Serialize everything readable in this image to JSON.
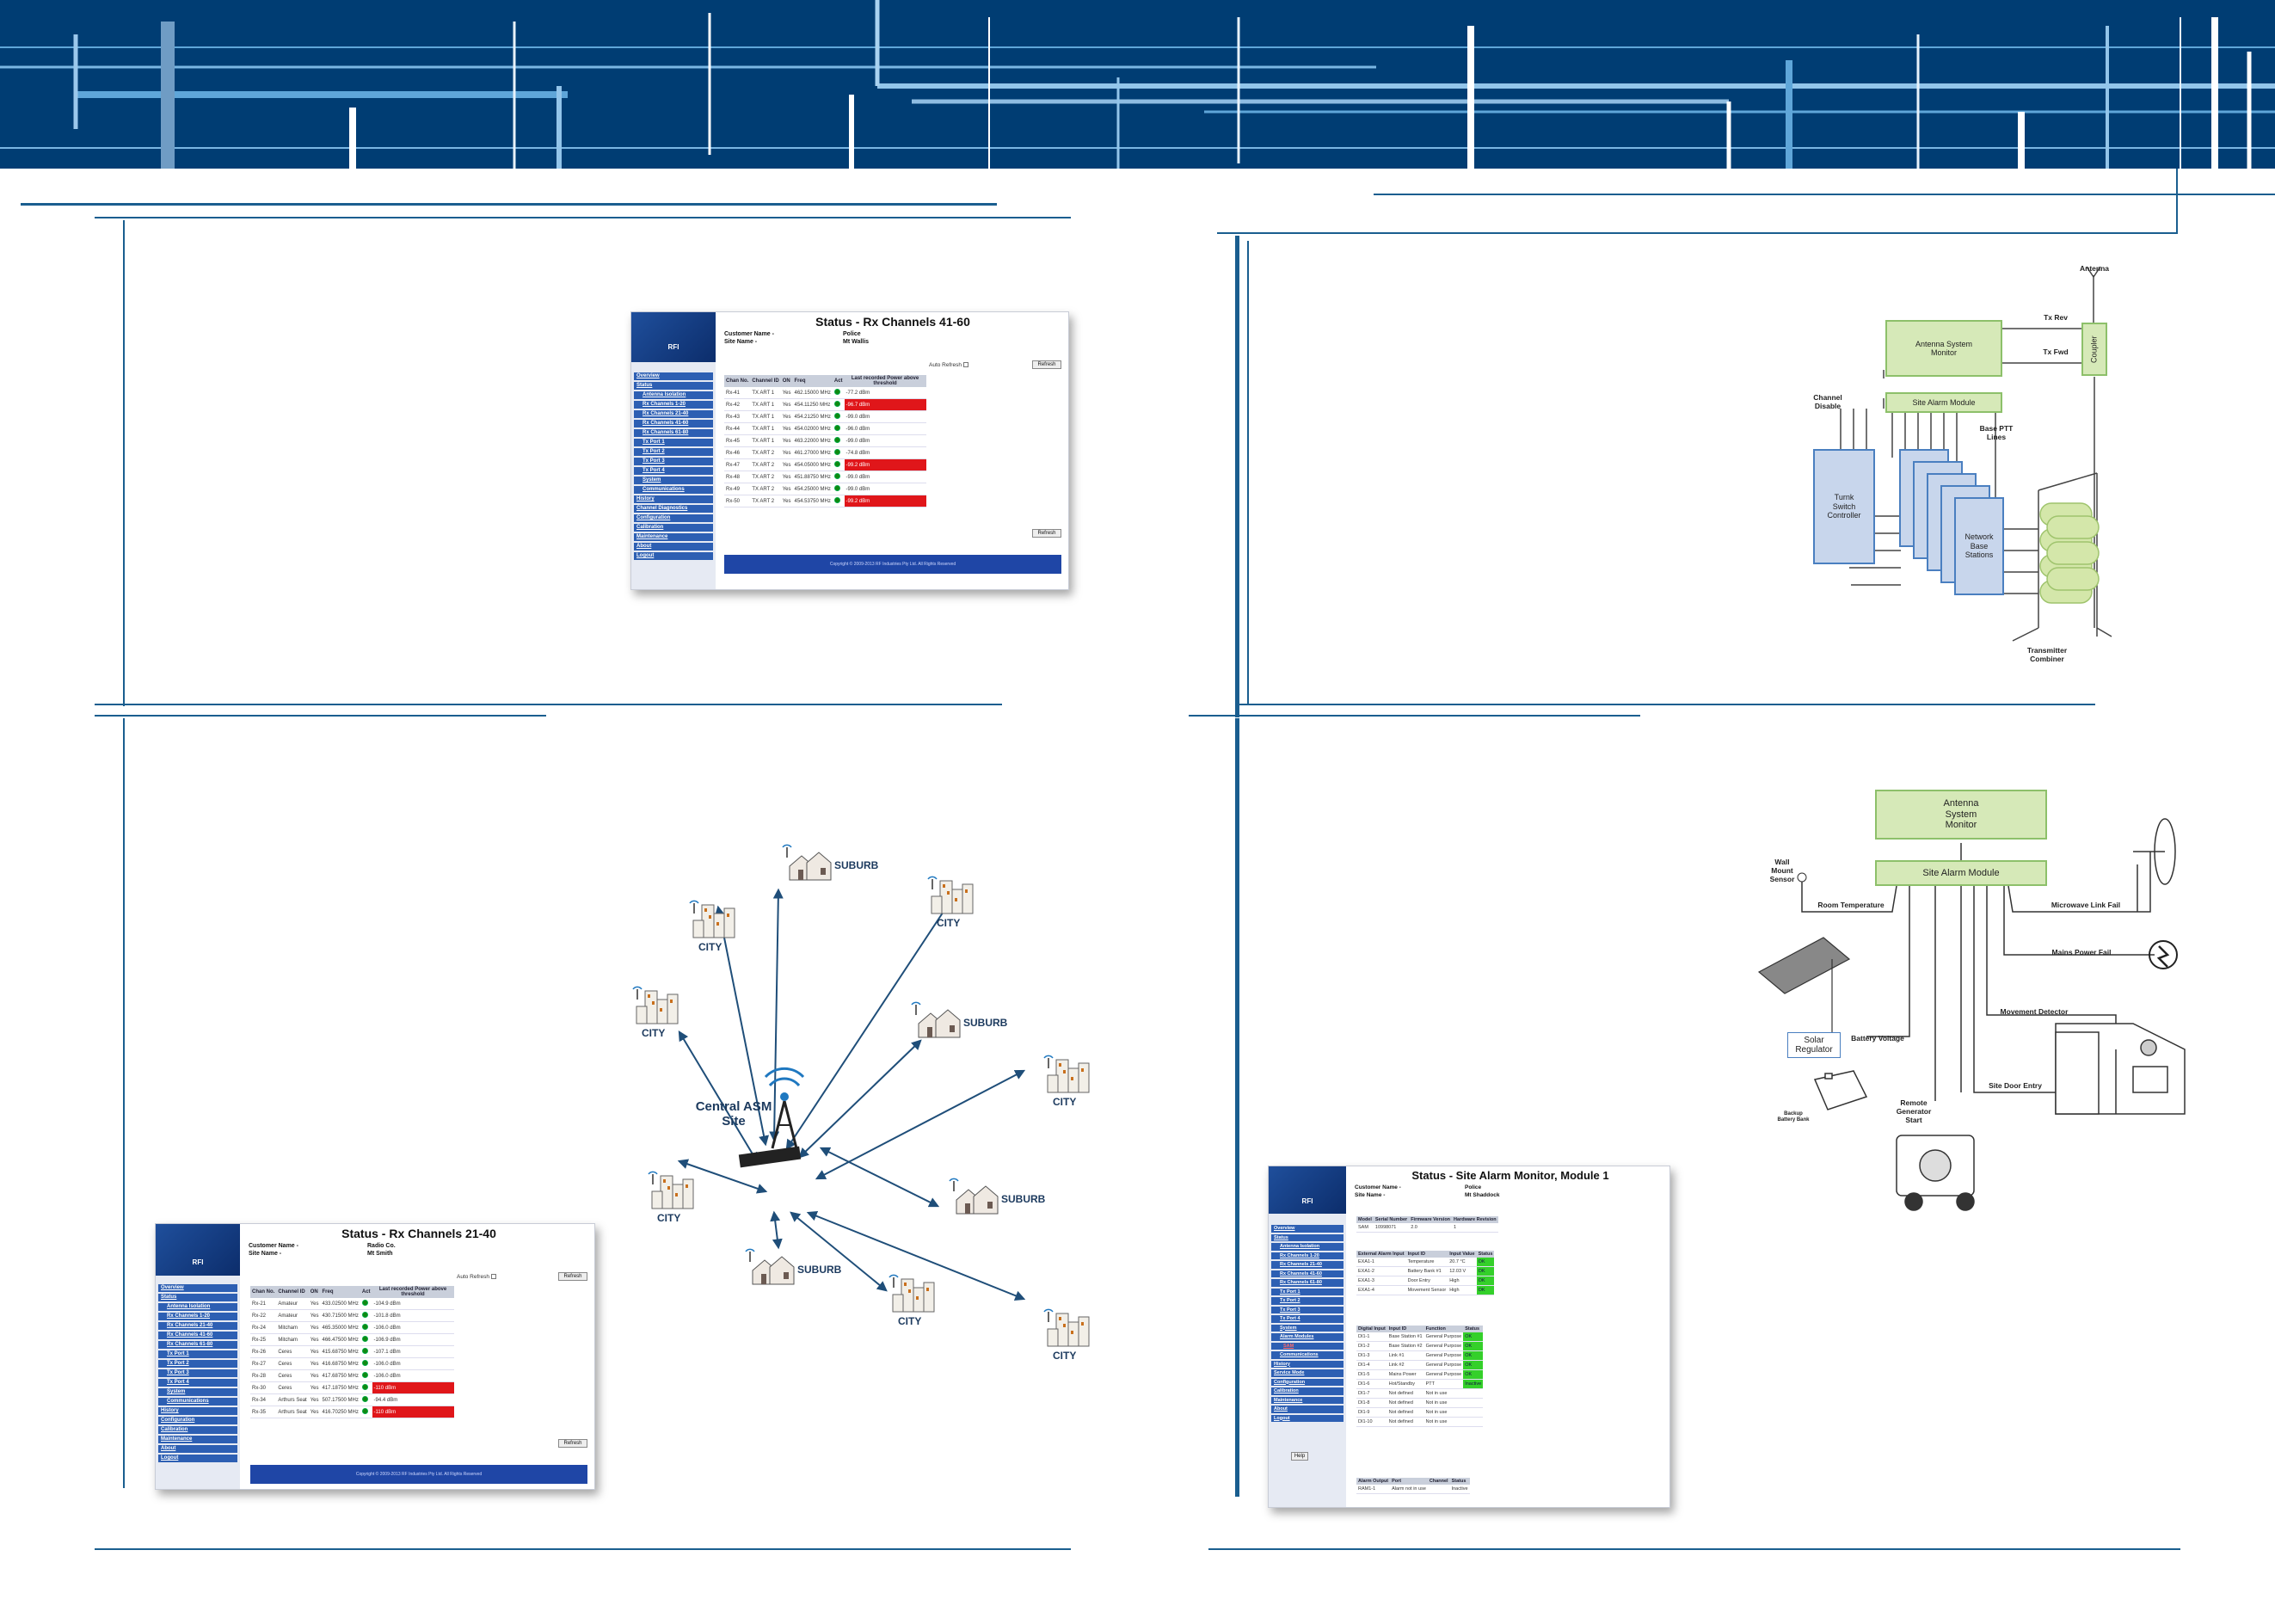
{
  "colors": {
    "header_dark": "#003d73",
    "header_light": "#5fa6d9",
    "rule": "#1a5e8f",
    "nav": "#2d5fb3",
    "alarm_red": "#e0161a",
    "ok_green": "#34d02a"
  },
  "ui1": {
    "logo": "RFI",
    "title": "Status - Rx Channels 41-60",
    "customer_label": "Customer Name -",
    "customer": "Police",
    "site_label": "Site Name -",
    "site": "Mt Wallis",
    "auto_refresh": "Auto Refresh",
    "refresh": "Refresh",
    "nav": [
      {
        "t": "Overview",
        "c": ""
      },
      {
        "t": "Status",
        "c": ""
      },
      {
        "t": "Antenna Isolation",
        "c": "sub"
      },
      {
        "t": "Rx Channels 1-20",
        "c": "sub"
      },
      {
        "t": "Rx Channels 21-40",
        "c": "sub"
      },
      {
        "t": "Rx Channels 41-60",
        "c": "sub"
      },
      {
        "t": "Rx Channels 61-80",
        "c": "sub"
      },
      {
        "t": "Tx Port 1",
        "c": "sub"
      },
      {
        "t": "Tx Port 2",
        "c": "sub"
      },
      {
        "t": "Tx Port 3",
        "c": "sub"
      },
      {
        "t": "Tx Port 4",
        "c": "sub"
      },
      {
        "t": "System",
        "c": "sub"
      },
      {
        "t": "Communications",
        "c": "sub"
      },
      {
        "t": "History",
        "c": ""
      },
      {
        "t": "Channel Diagnostics",
        "c": ""
      },
      {
        "t": "Configuration",
        "c": ""
      },
      {
        "t": "Calibration",
        "c": ""
      },
      {
        "t": "Maintenance",
        "c": ""
      },
      {
        "t": "About",
        "c": ""
      },
      {
        "t": "Logout",
        "c": ""
      }
    ],
    "headers": [
      "Chan No.",
      "Channel ID",
      "ON",
      "Freq",
      "Act",
      "Last recorded Power above threshold"
    ],
    "rows": [
      [
        "Rx-41",
        "TX ART 1",
        "Yes",
        "462.15000 MHz",
        "-77.2 dBm",
        ""
      ],
      [
        "Rx-42",
        "TX ART 1",
        "Yes",
        "454.11250 MHz",
        "-96.7 dBm",
        "bad"
      ],
      [
        "Rx-43",
        "TX ART 1",
        "Yes",
        "454.21250 MHz",
        "-99.0 dBm",
        ""
      ],
      [
        "Rx-44",
        "TX ART 1",
        "Yes",
        "454.02000 MHz",
        "-96.0 dBm",
        ""
      ],
      [
        "Rx-45",
        "TX ART 1",
        "Yes",
        "463.22000 MHz",
        "-99.0 dBm",
        ""
      ],
      [
        "Rx-46",
        "TX ART 2",
        "Yes",
        "461.27000 MHz",
        "-74.8 dBm",
        ""
      ],
      [
        "Rx-47",
        "TX ART 2",
        "Yes",
        "454.05000 MHz",
        "-99.2 dBm",
        "bad"
      ],
      [
        "Rx-48",
        "TX ART 2",
        "Yes",
        "451.88750 MHz",
        "-99.0 dBm",
        ""
      ],
      [
        "Rx-49",
        "TX ART 2",
        "Yes",
        "454.25000 MHz",
        "-99.0 dBm",
        ""
      ],
      [
        "Rx-50",
        "TX ART 2",
        "Yes",
        "454.53750 MHz",
        "-99.2 dBm",
        "bad"
      ]
    ],
    "footer": "Copyright © 2009-2013 RF Industries Pty Ltd. All Rights Reserved"
  },
  "ui2": {
    "logo": "RFI",
    "title": "Status - Rx Channels 21-40",
    "customer_label": "Customer Name -",
    "customer": "Radio Co.",
    "site_label": "Site Name -",
    "site": "Mt Smith",
    "auto_refresh": "Auto Refresh",
    "refresh": "Refresh",
    "nav": [
      {
        "t": "Overview",
        "c": ""
      },
      {
        "t": "Status",
        "c": ""
      },
      {
        "t": "Antenna Isolation",
        "c": "sub"
      },
      {
        "t": "Rx Channels 1-20",
        "c": "sub"
      },
      {
        "t": "Rx Channels 21-40",
        "c": "sub"
      },
      {
        "t": "Rx Channels 41-60",
        "c": "sub"
      },
      {
        "t": "Rx Channels 61-80",
        "c": "sub"
      },
      {
        "t": "Tx Port 1",
        "c": "sub"
      },
      {
        "t": "Tx Port 2",
        "c": "sub"
      },
      {
        "t": "Tx Port 3",
        "c": "sub"
      },
      {
        "t": "Tx Port 4",
        "c": "sub"
      },
      {
        "t": "System",
        "c": "sub"
      },
      {
        "t": "Communications",
        "c": "sub"
      },
      {
        "t": "History",
        "c": ""
      },
      {
        "t": "Configuration",
        "c": ""
      },
      {
        "t": "Calibration",
        "c": ""
      },
      {
        "t": "Maintenance",
        "c": ""
      },
      {
        "t": "About",
        "c": ""
      },
      {
        "t": "Logout",
        "c": ""
      }
    ],
    "headers": [
      "Chan No.",
      "Channel ID",
      "ON",
      "Freq",
      "Act",
      "Last recorded Power above threshold"
    ],
    "rows": [
      [
        "Rx-21",
        "Amateur",
        "Yes",
        "433.02500 MHz",
        "-104.9 dBm",
        ""
      ],
      [
        "Rx-22",
        "Amateur",
        "Yes",
        "430.71500 MHz",
        "-101.8 dBm",
        ""
      ],
      [
        "Rx-24",
        "Mitcham",
        "Yes",
        "465.35000 MHz",
        "-106.0 dBm",
        ""
      ],
      [
        "Rx-25",
        "Mitcham",
        "Yes",
        "466.47500 MHz",
        "-106.9 dBm",
        ""
      ],
      [
        "Rx-26",
        "Ceres",
        "Yes",
        "415.68750 MHz",
        "-107.1 dBm",
        ""
      ],
      [
        "Rx-27",
        "Ceres",
        "Yes",
        "416.68750 MHz",
        "-106.0 dBm",
        ""
      ],
      [
        "Rx-28",
        "Ceres",
        "Yes",
        "417.68750 MHz",
        "-106.0 dBm",
        ""
      ],
      [
        "Rx-30",
        "Ceres",
        "Yes",
        "417.18750 MHz",
        "-110 dBm",
        "bad"
      ],
      [
        "Rx-34",
        "Arthurs Seat",
        "Yes",
        "507.17500 MHz",
        "-94.4 dBm",
        ""
      ],
      [
        "Rx-35",
        "Arthurs Seat",
        "Yes",
        "416.70250 MHz",
        "-110 dBm",
        "bad"
      ]
    ],
    "footer": "Copyright © 2009-2013 RF Industries Pty Ltd. All Rights Reserved"
  },
  "ui3": {
    "logo": "RFI",
    "title": "Status - Site Alarm Monitor, Module 1",
    "customer_label": "Customer Name -",
    "customer": "Police",
    "site_label": "Site Name -",
    "site": "Mt Shaddock",
    "nav": [
      {
        "t": "Overview",
        "c": ""
      },
      {
        "t": "Status",
        "c": ""
      },
      {
        "t": "Antenna Isolation",
        "c": "sub"
      },
      {
        "t": "Rx Channels 1-20",
        "c": "sub"
      },
      {
        "t": "Rx Channels 21-40",
        "c": "sub"
      },
      {
        "t": "Rx Channels 41-60",
        "c": "sub"
      },
      {
        "t": "Rx Channels 61-80",
        "c": "sub"
      },
      {
        "t": "Tx Port 1",
        "c": "sub"
      },
      {
        "t": "Tx Port 2",
        "c": "sub"
      },
      {
        "t": "Tx Port 3",
        "c": "sub"
      },
      {
        "t": "Tx Port 4",
        "c": "sub"
      },
      {
        "t": "System",
        "c": "sub"
      },
      {
        "t": "Alarm Modules",
        "c": "sub"
      },
      {
        "t": "SAM",
        "c": "sub2 sel"
      },
      {
        "t": "Communications",
        "c": "sub"
      },
      {
        "t": "History",
        "c": ""
      },
      {
        "t": "Service Mode",
        "c": ""
      },
      {
        "t": "Configuration",
        "c": ""
      },
      {
        "t": "Calibration",
        "c": ""
      },
      {
        "t": "Maintenance",
        "c": ""
      },
      {
        "t": "About",
        "c": ""
      },
      {
        "t": "Logout",
        "c": ""
      }
    ],
    "help": "Help",
    "model_headers": [
      "Model",
      "Serial Number",
      "Firmware Version",
      "Hardware Revision"
    ],
    "model_row": [
      "SAM",
      "10998071",
      "2.0",
      "1"
    ],
    "ext_headers": [
      "External Alarm Input",
      "Input ID",
      "Input Value",
      "Status"
    ],
    "ext_rows": [
      [
        "EXA1-1",
        "Temperature",
        "20.7 °C",
        "OK"
      ],
      [
        "EXA1-2",
        "Battery Bank #1",
        "12.03 V",
        "OK"
      ],
      [
        "EXA1-3",
        "Door Entry",
        "High",
        "OK"
      ],
      [
        "EXA1-4",
        "Movement Sensor",
        "High",
        "OK"
      ]
    ],
    "dig_headers": [
      "Digital Input",
      "Input ID",
      "Function",
      "Status"
    ],
    "dig_rows": [
      [
        "DI1-1",
        "Base Station #1",
        "General Purpose",
        "OK"
      ],
      [
        "DI1-2",
        "Base Station #2",
        "General Purpose",
        "OK"
      ],
      [
        "DI1-3",
        "Link #1",
        "General Purpose",
        "OK"
      ],
      [
        "DI1-4",
        "Link #2",
        "General Purpose",
        "OK"
      ],
      [
        "DI1-5",
        "Mains Power",
        "General Purpose",
        "OK"
      ],
      [
        "DI1-6",
        "Hot/Standby",
        "PTT",
        "Inactive"
      ],
      [
        "DI1-7",
        "Not defined",
        "Not in use",
        ""
      ],
      [
        "DI1-8",
        "Not defined",
        "Not in use",
        ""
      ],
      [
        "DI1-9",
        "Not defined",
        "Not in use",
        ""
      ],
      [
        "DI1-10",
        "Not defined",
        "Not in use",
        ""
      ]
    ],
    "alarm_headers": [
      "Alarm Output",
      "Port",
      "Channel",
      "Status"
    ],
    "alarm_rows": [
      [
        "RAM1-1",
        "Alarm not in use",
        "",
        "Inactive"
      ]
    ]
  },
  "diag1": {
    "antenna": "Antenna",
    "tx_rev": "Tx Rev",
    "tx_fwd": "Tx Fwd",
    "coupler": "Coupler",
    "asm": "Antenna System Monitor",
    "sam": "Site Alarm Module",
    "channel_disable": "Channel Disable",
    "base_ptt": "Base PTT Lines",
    "trunk": "Turnk Switch Controller",
    "nbs": "Network Base Stations",
    "combiner": "Transmitter Combiner"
  },
  "diag2": {
    "central": "Central ASM Site",
    "sites": [
      {
        "t": "CITY",
        "cls": "c1"
      },
      {
        "t": "SUBURB",
        "cls": "s1"
      },
      {
        "t": "CITY",
        "cls": "c2"
      },
      {
        "t": "CITY",
        "cls": "c3"
      },
      {
        "t": "SUBURB",
        "cls": "s2"
      },
      {
        "t": "CITY",
        "cls": "c4"
      },
      {
        "t": "CITY",
        "cls": "c5"
      },
      {
        "t": "SUBURB",
        "cls": "s3"
      },
      {
        "t": "SUBURB",
        "cls": "s4"
      },
      {
        "t": "CITY",
        "cls": "c6"
      },
      {
        "t": "CITY",
        "cls": "c7"
      }
    ]
  },
  "diag3": {
    "asm": "Antenna System Monitor",
    "sam": "Site Alarm Module",
    "wall_sensor": "Wall Mount Sensor",
    "room_temp": "Room Temperature",
    "microwave": "Microwave Link Fail",
    "mains": "Mains Power Fail",
    "battery_voltage": "Battery Voltage",
    "solar": "Solar Regulator",
    "backup": "Backup Battery Bank",
    "movement": "Movement Detector",
    "door": "Site Door Entry",
    "generator": "Remote Generator Start"
  }
}
